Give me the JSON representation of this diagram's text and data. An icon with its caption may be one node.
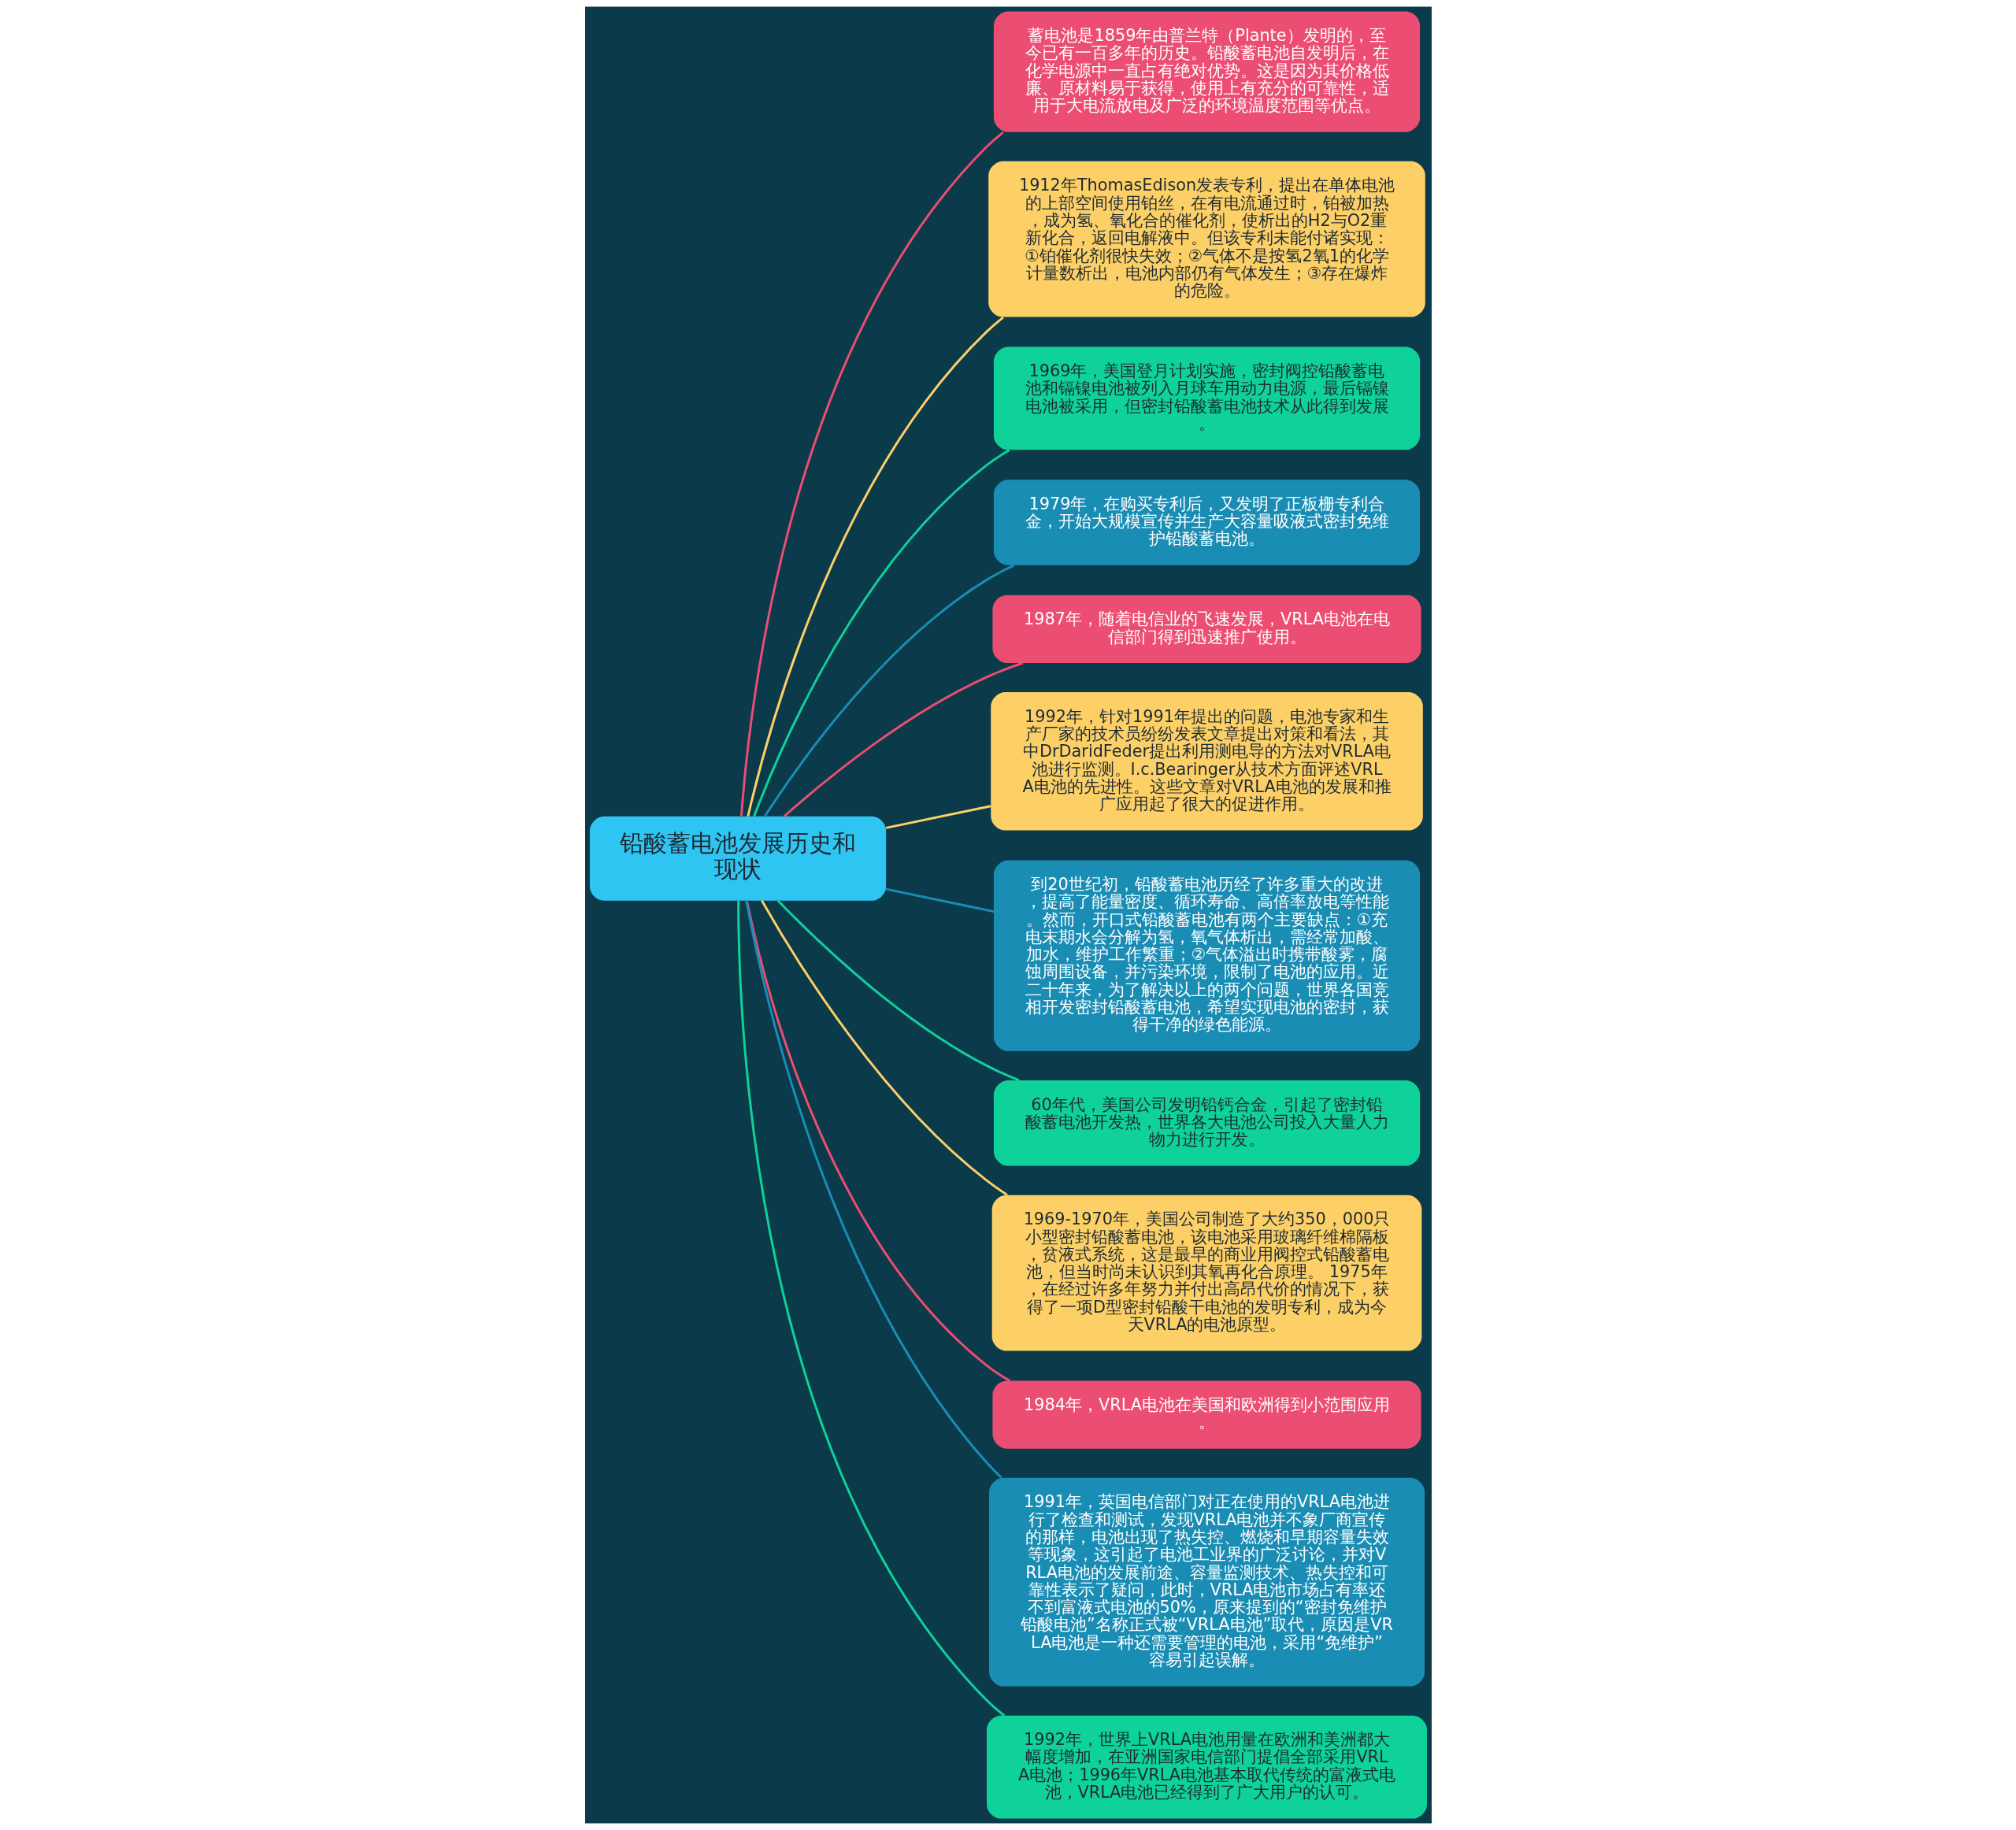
{
  "diagram": {
    "nodes": [
      {
        "text": [
          "铅酸蓄电池发展历史和现状"
        ]
      },
      {
        "text": [
          "蓄电池是1859年由普兰特（Plante）发明的，至今已有一百多年的历史。铅酸蓄电池自发明后，在化学电源中一直占有绝对优势。这是因为其价格低廉、原材料易于获得，使用上有充分的可靠性，适用于大电流放电及广泛的环境温度范围等优点。"
        ]
      },
      {
        "text": [
          "1912年ThomasEdison发表专利，提出在单体电池的上部空间使用铂丝，在有电流通过时，铂被加热，成为氢、氧化合的催化剂，使析出的H2与O2重新化合，返回电解液中。但该专利未能付诸实现：①铂催化剂很快失效；②气体不是按氢2氧1的化学计量数析出，电池内部仍有气体发生；③存在爆炸的危险。"
        ]
      },
      {
        "text": [
          "1969年，美国登月计划实施，密封阀控铅酸蓄电池和镉镍电池被列入月球车用动力电源，最后镉镍电池被采用，但密封铅酸蓄电池技术从此得到发展。"
        ]
      },
      {
        "text": [
          "1979年，在购买专利后，又发明了正板栅专利合金，开始大规模宣传并生产大容量吸液式密封免维护铅酸蓄电池。"
        ]
      },
      {
        "text": [
          "1987年，随着电信业的飞速发展，VRLA电池在电信部门得到迅速推广使用。"
        ]
      },
      {
        "text": [
          "1992年，针对1991年提出的问题，电池专家和生产厂家的技术员纷纷发表文章提出对策和看法，其中DrDaridFeder提出利用测电导的方法对VRLA电池进行监测。I.c.Bearinger从技术方面评述VRLA电池的先进性。这些文章对VRLA电池的发展和推广应用起了很大的促进作用。"
        ]
      },
      {
        "text": [
          "到20世纪初，铅酸蓄电池历经了许多重大的改进，提高了能量密度、循环寿命、高倍率放电等性能。然而，开口式铅酸蓄电池有两个主要缺点：①充电末期水会分解为氢，氧气体析出，需经常加酸、加水，维护工作繁重；②气体溢出时携带酸雾，腐蚀周围设备，并污染环境，限制了电池的应用。近二十年来，为了解决以上的两个问题，世界各国竞相开发密封铅酸蓄电池，希望实现电池的密封，获得干净的绿色能源。"
        ]
      },
      {
        "text": [
          "60年代，美国公司发明铅钙合金，引起了密封铅酸蓄电池开发热，世界各大电池公司投入大量人力物力进行开发。"
        ]
      },
      {
        "text": [
          "1969-1970年，美国公司制造了大约350，000只小型密封铅酸蓄电池，该电池采用玻璃纤维棉隔板，贫液式系统，这是最早的商业用阀控式铅酸蓄电池，但当时尚未认识到其氧再化合原理。 1975年，在经过许多年努力并付出高昂代价的情况下，获得了一项D型密封铅酸干电池的发明专利，成为今天VRLA的电池原型。"
        ]
      },
      {
        "text": [
          "1984年，VRLA电池在美国和欧洲得到小范围应用。"
        ]
      },
      {
        "text": [
          "1991年，英国电信部门对正在使用的VRLA电池进行了检查和测试，发现VRLA电池并不象厂商宣传的那样，电池出现了热失控、燃烧和早期容量失效等现象，这引起了电池工业界的广泛讨论，并对VRLA电池的发展前途、容量监测技术、热失控和可靠性表示了疑问，此时，VRLA电池市场占有率还不到富液式电池的50%，原来提到的“密封免维护铅酸电池”名称正式被“VRLA电池”取代，原因是VRLA电池是一种还需要管理的电池，采用“免维护”容易引起误解。"
        ]
      },
      {
        "text": [
          "1992年，世界上VRLA电池用量在欧洲和美洲都大幅度增加，在亚洲国家电信部门提倡全部采用VRLA电池；1996年VRLA电池基本取代传统的富液式电池，VRLA电池已经得到了广大用户的认可。"
        ]
      }
    ],
    "edges": [
      {
        "from": 0,
        "to": 1,
        "arrow": "none",
        "color": "#ec4d73"
      },
      {
        "from": 0,
        "to": 2,
        "arrow": "none",
        "color": "#fdd067"
      },
      {
        "from": 0,
        "to": 3,
        "arrow": "none",
        "color": "#0fd29a"
      },
      {
        "from": 0,
        "to": 4,
        "arrow": "none",
        "color": "#1a8db5"
      },
      {
        "from": 0,
        "to": 5,
        "arrow": "none",
        "color": "#ec4d73"
      },
      {
        "from": 0,
        "to": 6,
        "arrow": "none",
        "color": "#fdd067"
      },
      {
        "from": 0,
        "to": 7,
        "arrow": "none",
        "color": "#1a8db5"
      },
      {
        "from": 0,
        "to": 8,
        "arrow": "none",
        "color": "#0fd29a"
      },
      {
        "from": 0,
        "to": 9,
        "arrow": "none",
        "color": "#fdd067"
      },
      {
        "from": 0,
        "to": 10,
        "arrow": "none",
        "color": "#ec4d73"
      },
      {
        "from": 0,
        "to": 11,
        "arrow": "none",
        "color": "#1a8db5"
      },
      {
        "from": 0,
        "to": 12,
        "arrow": "none",
        "color": "#0fd29a"
      }
    ]
  }
}
